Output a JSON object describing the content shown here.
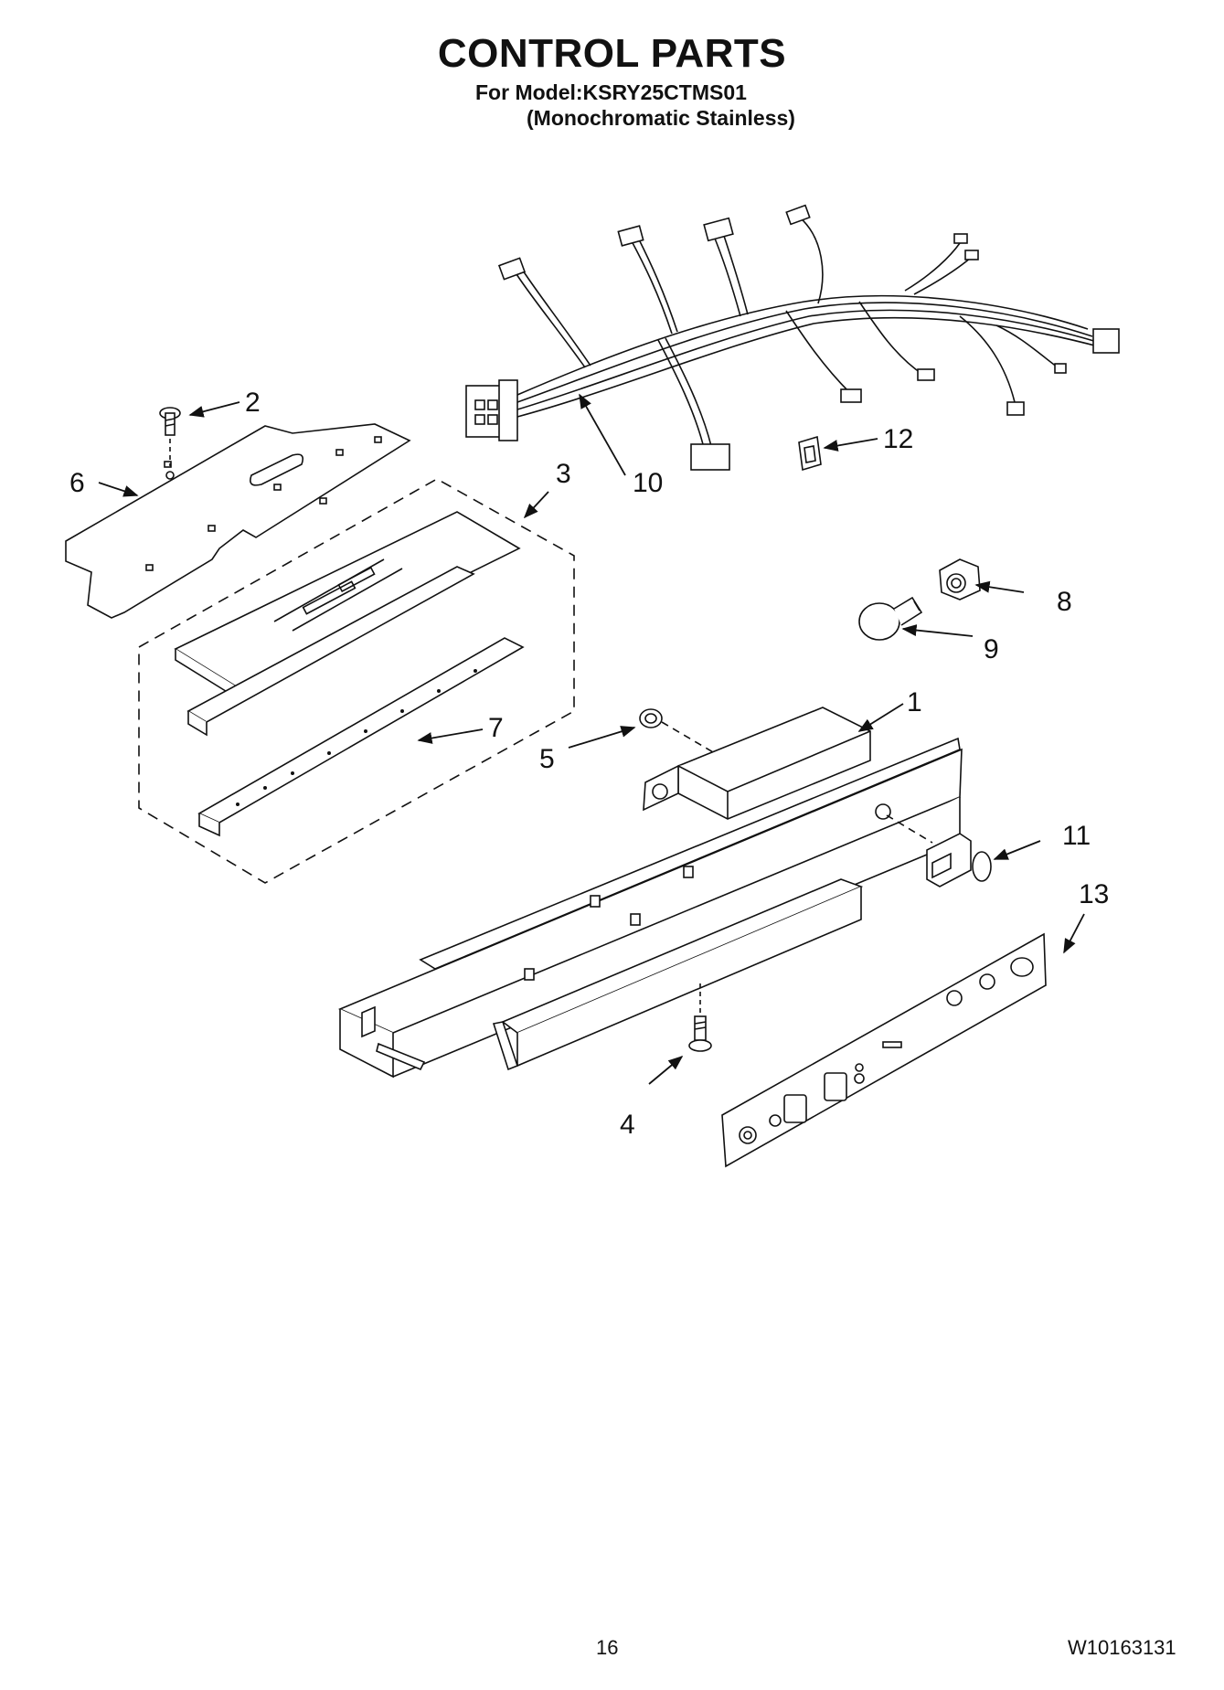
{
  "header": {
    "title": "CONTROL PARTS",
    "model_line": "For Model:KSRY25CTMS01",
    "variant_line": "(Monochromatic Stainless)"
  },
  "callouts": {
    "c1": "1",
    "c2": "2",
    "c3": "3",
    "c4": "4",
    "c5": "5",
    "c6": "6",
    "c7": "7",
    "c8": "8",
    "c9": "9",
    "c10": "10",
    "c11": "11",
    "c12": "12",
    "c13": "13"
  },
  "footer": {
    "page_number": "16",
    "document_number": "W10163131"
  },
  "colors": {
    "line": "#111111",
    "background": "#ffffff"
  }
}
